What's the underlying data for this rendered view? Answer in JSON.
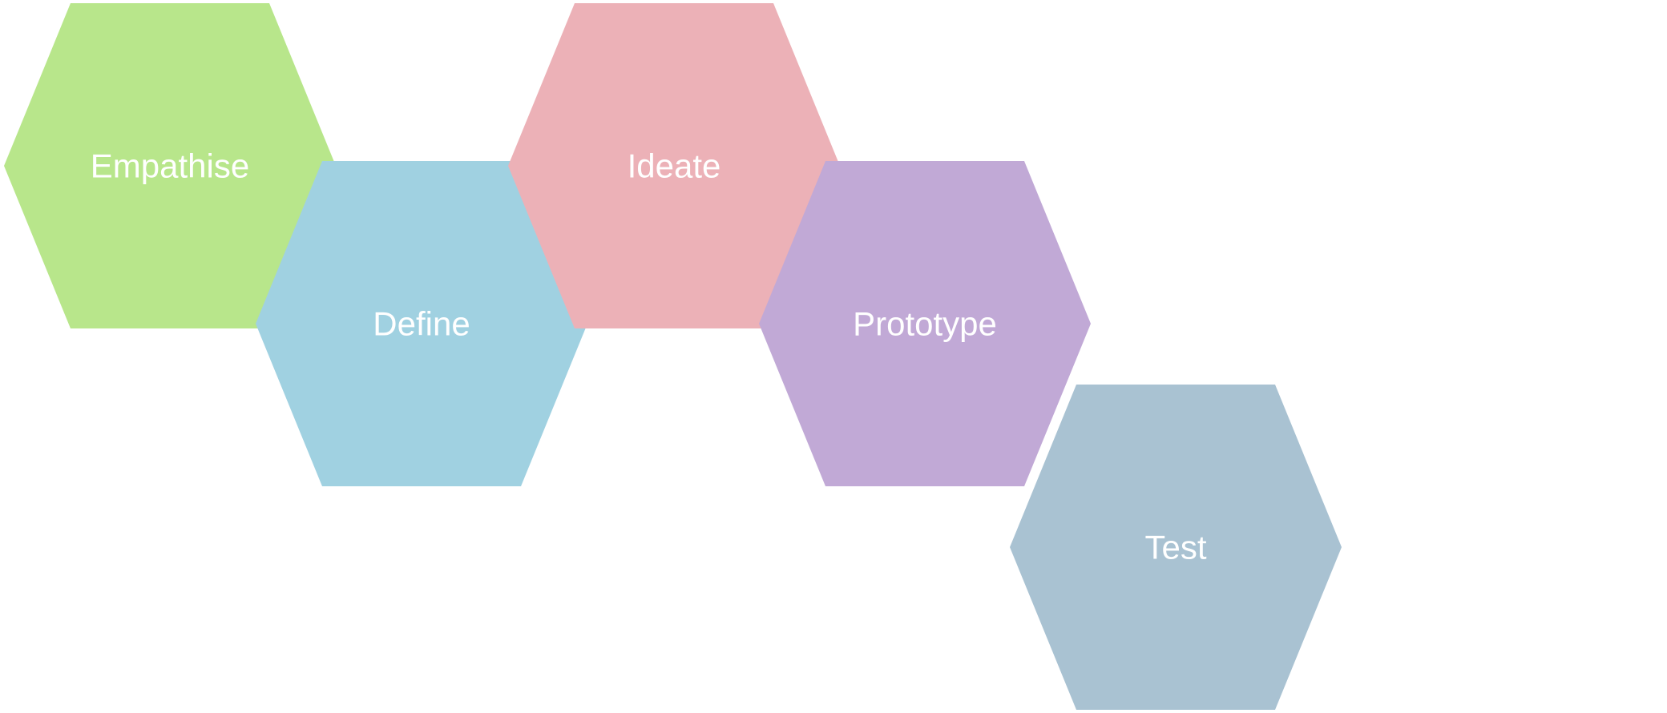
{
  "stages": [
    {
      "label": "Empathise",
      "color": "#b8e68b"
    },
    {
      "label": "Define",
      "color": "#a0d1e1"
    },
    {
      "label": "Ideate",
      "color": "#ecb1b7"
    },
    {
      "label": "Prototype",
      "color": "#c1a9d6"
    },
    {
      "label": "Test",
      "color": "#a9c2d2"
    }
  ]
}
